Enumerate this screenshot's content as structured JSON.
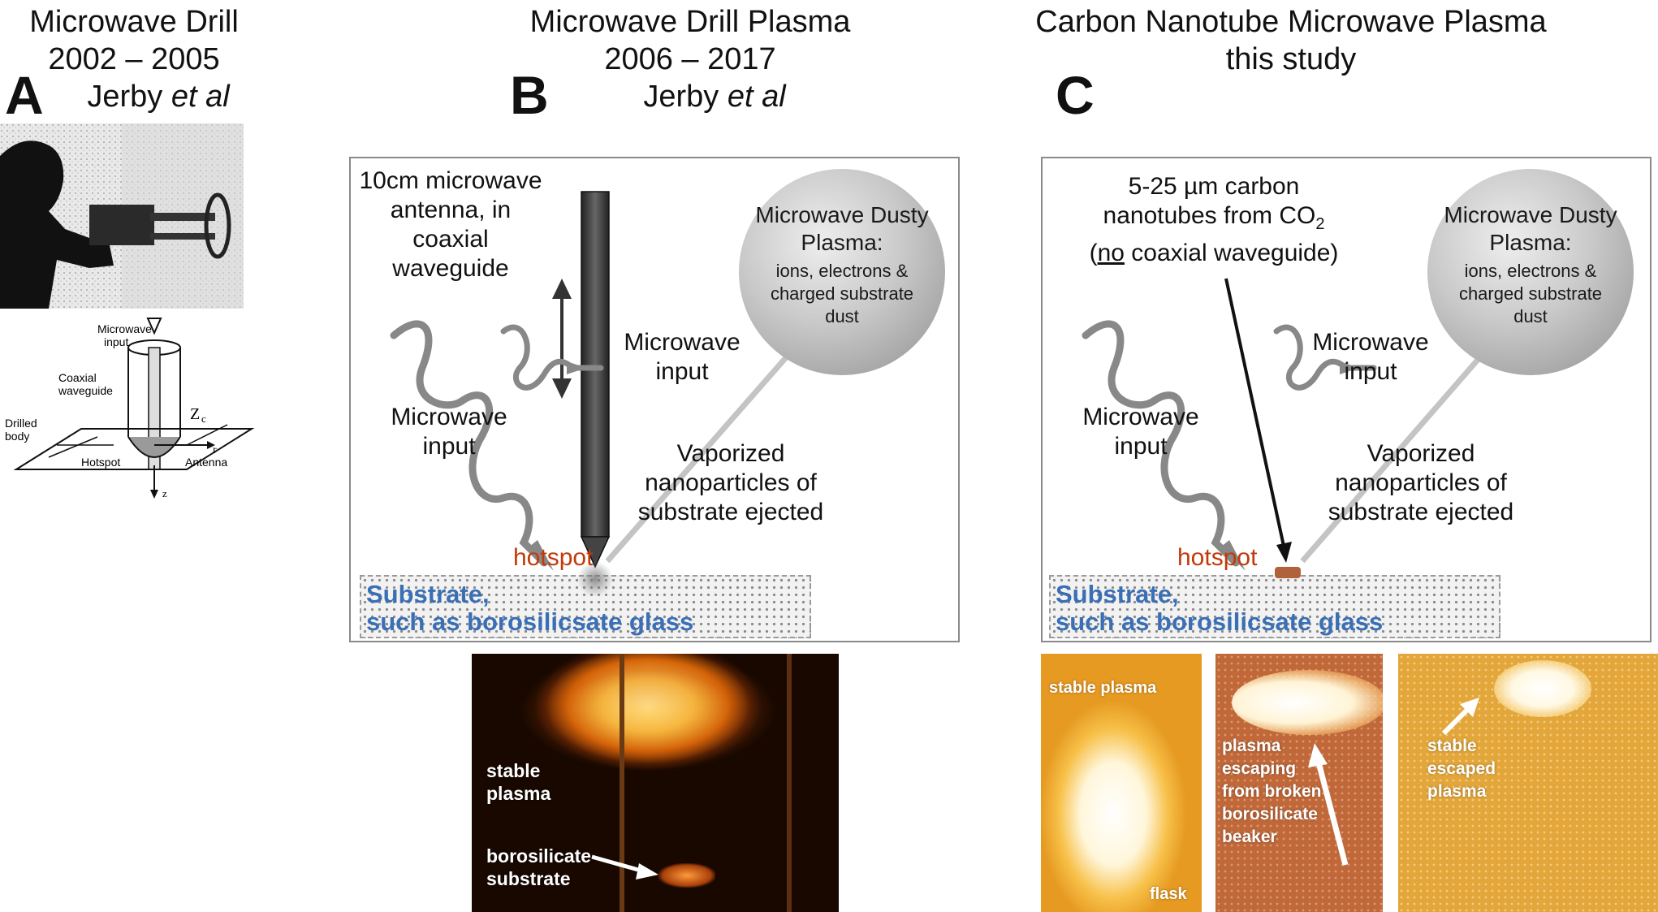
{
  "panel_a": {
    "letter": "A",
    "title_line1": "Microwave Drill",
    "title_line2": "2002 – 2005",
    "author": "Jerby",
    "author_etal": "et al",
    "schematic_labels": {
      "microwave_input": "Microwave input",
      "coaxial_waveguide": "Coaxial waveguide",
      "zc": "Zc",
      "drilled_body": "Drilled body",
      "r": "r",
      "hotspot": "Hotspot",
      "antenna": "Antenna",
      "z": "z"
    }
  },
  "panel_b": {
    "letter": "B",
    "title_line1": "Microwave Drill Plasma",
    "title_line2": "2006 – 2017",
    "author": "Jerby",
    "author_etal": "et al",
    "antenna_label": "10cm microwave antenna, in coaxial waveguide",
    "microwave_input_left": "Microwave input",
    "microwave_input_right": "Microwave input",
    "vaporized_label": "Vaporized nanoparticles of substrate ejected",
    "hotspot": "hotspot",
    "substrate_line1": "Substrate,",
    "substrate_line2": "such as borosilicsate glass",
    "sphere_title": "Microwave Dusty Plasma:",
    "sphere_body": "ions, electrons & charged substrate dust",
    "photo_stable": "stable plasma",
    "photo_substrate": "borosilicate substrate"
  },
  "panel_c": {
    "letter": "C",
    "title_line1": "Carbon Nanotube Microwave Plasma",
    "title_line2": "this study",
    "cnt_line1": "5-25 µm carbon",
    "cnt_line2_pre": "nanotubes from CO",
    "cnt_line2_sub": "2",
    "cnt_line3_no": "no",
    "cnt_line3_rest": " coaxial waveguide)",
    "cnt_line3_open": "(",
    "microwave_input_left": "Microwave input",
    "microwave_input_right": "Microwave input",
    "vaporized_label": "Vaporized nanoparticles of substrate ejected",
    "hotspot": "hotspot",
    "substrate_line1": "Substrate,",
    "substrate_line2": "such as borosilicsate glass",
    "sphere_title": "Microwave Dusty Plasma:",
    "sphere_body": "ions, electrons & charged substrate dust",
    "photo1_top": "stable plasma",
    "photo1_bottom": "flask",
    "photo2_label": "plasma escaping from broken borosilicate beaker",
    "photo3_label": "stable escaped plasma"
  },
  "colors": {
    "substrate_text": "#3b6fb5",
    "hotspot_text": "#c23a0a",
    "frame": "#8a8a8a"
  }
}
